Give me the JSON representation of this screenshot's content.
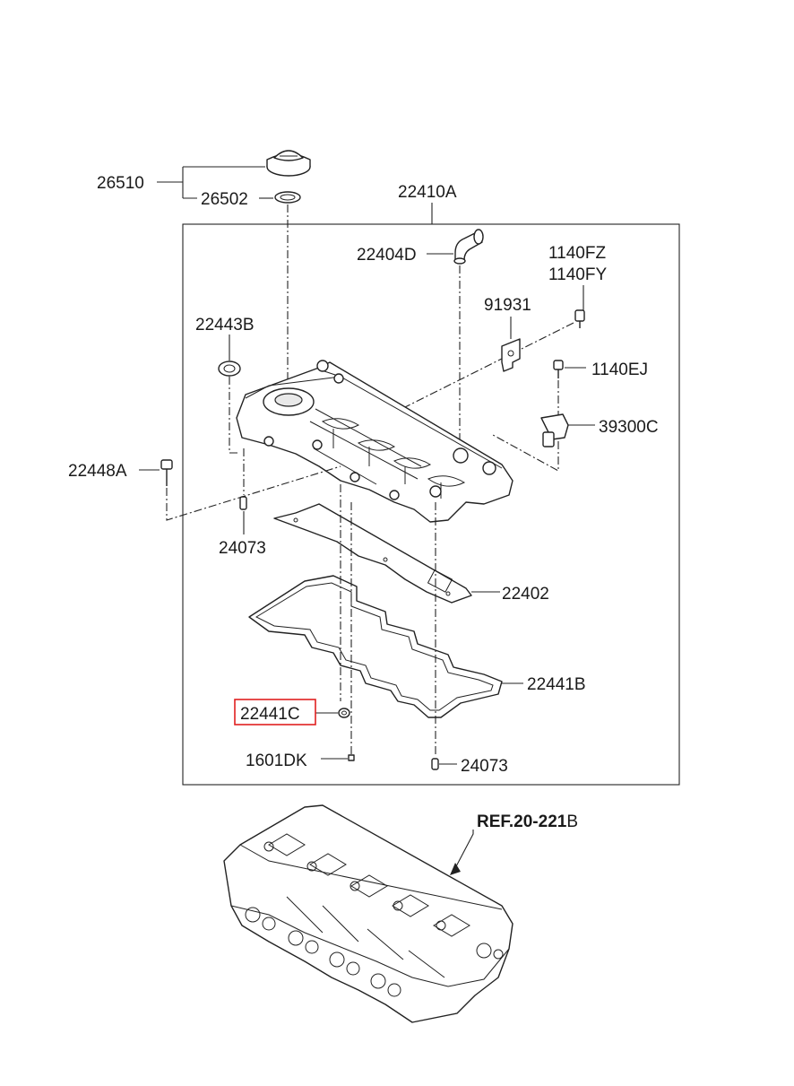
{
  "labels": {
    "p26510": "26510",
    "p26502": "26502",
    "p22410A": "22410A",
    "p22404D": "22404D",
    "p1140FZ": "1140FZ",
    "p1140FY": "1140FY",
    "p91931": "91931",
    "p22443B": "22443B",
    "p1140EJ": "1140EJ",
    "p39300C": "39300C",
    "p22448A": "22448A",
    "p24073_top": "24073",
    "p22402": "22402",
    "p22441B": "22441B",
    "p22441C": "22441C",
    "p1601DK": "1601DK",
    "p24073_bottom": "24073"
  },
  "reference": {
    "prefix": "REF.20-221",
    "suffix": "B"
  },
  "highlight": {
    "part": "22441C",
    "color": "#e02020"
  }
}
